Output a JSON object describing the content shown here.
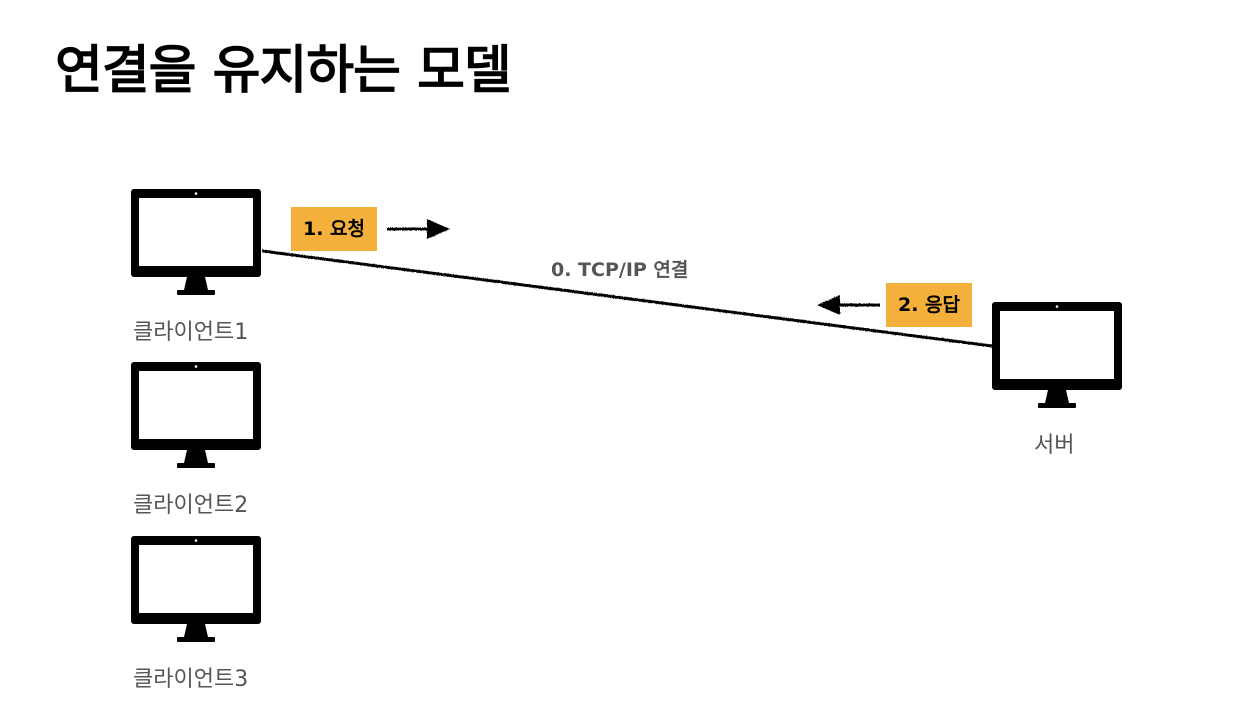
{
  "title": "연결을 유지하는 모델",
  "clients": [
    {
      "label": "클라이언트1"
    },
    {
      "label": "클라이언트2"
    },
    {
      "label": "클라이언트3"
    }
  ],
  "server": {
    "label": "서버"
  },
  "connection": {
    "label": "0. TCP/IP 연결"
  },
  "request": {
    "label": "1. 요청",
    "color": "#F3B13B"
  },
  "response": {
    "label": "2. 응답",
    "color": "#F3B13B"
  },
  "colors": {
    "monitor": "#000000",
    "label_text": "#555555",
    "badge": "#F3B13B"
  }
}
